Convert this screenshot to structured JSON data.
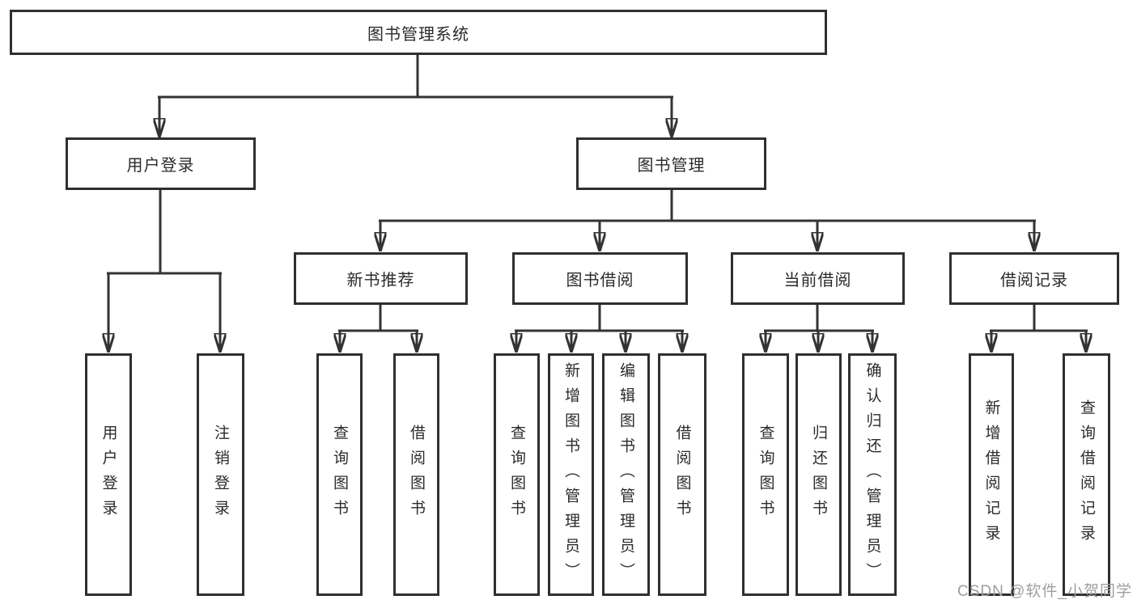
{
  "nodes": {
    "root": {
      "label": "图书管理系统"
    },
    "level2": [
      {
        "label": "用户登录"
      },
      {
        "label": "图书管理"
      }
    ],
    "level3": [
      {
        "label": "新书推荐",
        "parent": "图书管理"
      },
      {
        "label": "图书借阅",
        "parent": "图书管理"
      },
      {
        "label": "当前借阅",
        "parent": "图书管理"
      },
      {
        "label": "借阅记录",
        "parent": "图书管理"
      }
    ],
    "leaves": [
      {
        "label": "用户登录",
        "parent": "用户登录"
      },
      {
        "label": "注销登录",
        "parent": "用户登录"
      },
      {
        "label": "查询图书",
        "parent": "新书推荐"
      },
      {
        "label": "借阅图书",
        "parent": "新书推荐"
      },
      {
        "label": "查询图书",
        "parent": "图书借阅"
      },
      {
        "label": "新增图书（管理员）",
        "parent": "图书借阅"
      },
      {
        "label": "编辑图书（管理员）",
        "parent": "图书借阅"
      },
      {
        "label": "借阅图书",
        "parent": "图书借阅"
      },
      {
        "label": "查询图书",
        "parent": "当前借阅"
      },
      {
        "label": "归还图书",
        "parent": "当前借阅"
      },
      {
        "label": "确认归还（管理员）",
        "parent": "当前借阅"
      },
      {
        "label": "新增借阅记录",
        "parent": "借阅记录"
      },
      {
        "label": "查询借阅记录",
        "parent": "借阅记录"
      }
    ]
  },
  "watermark": "CSDN @软件_小贺同学",
  "colors": {
    "line": "#333333",
    "node_border": "#2f2f2f",
    "text": "#2b2b2b",
    "background": "#ffffff",
    "watermark": "#9e9e9e"
  }
}
